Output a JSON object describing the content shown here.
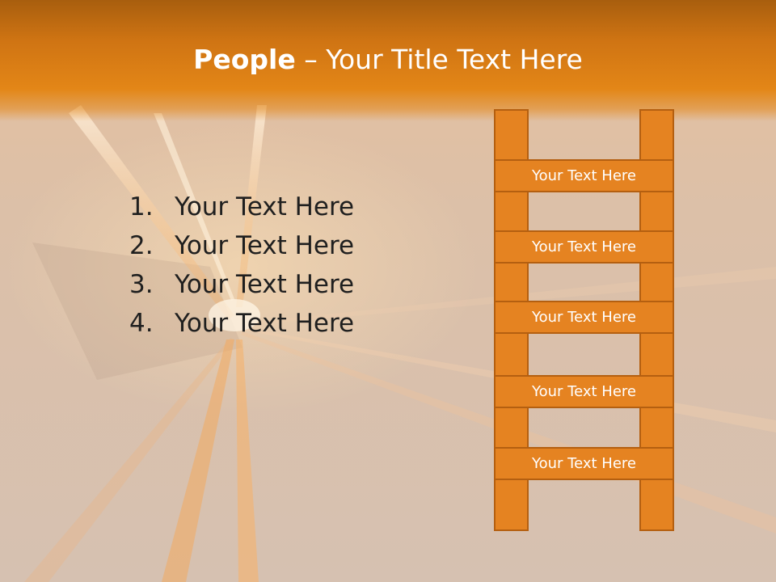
{
  "slide": {
    "title_bold": "People",
    "title_rest": " – Your Title Text Here",
    "list": [
      {
        "num": "1.",
        "text": "Your Text Here"
      },
      {
        "num": "2.",
        "text": "Your Text Here"
      },
      {
        "num": "3.",
        "text": "Your Text Here"
      },
      {
        "num": "4.",
        "text": "Your Text Here"
      }
    ],
    "ladder_rungs": [
      "Your Text Here",
      "Your Text Here",
      "Your Text Here",
      "Your Text Here",
      "Your Text Here"
    ]
  },
  "colors": {
    "header": "#e38617",
    "ladder_fill": "#e58321",
    "ladder_border": "#b45f10"
  }
}
